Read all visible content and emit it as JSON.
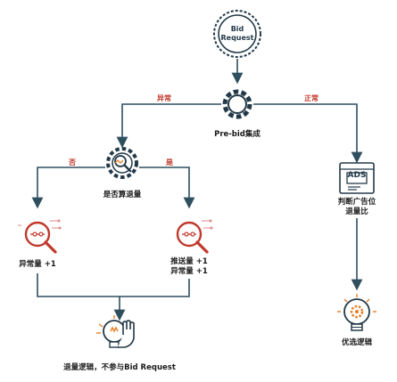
{
  "colors": {
    "line": "#2f4f5f",
    "dark": "#233949",
    "red": "#c0392b",
    "orange": "#e67e22"
  },
  "nodes": {
    "bid_request": "Bid\nRequest",
    "prebid": "Pre-bid集成",
    "is_compute": "是否算退量",
    "abnormal_plus": "异常量 +1",
    "push_abnormal_plus": "推送量 +1\n异常量 +1",
    "judge_ratio": "判断广告位\n退量比",
    "fallback_logic": "退量逻辑，不参与Bid Request",
    "optimal_logic": "优选逻辑",
    "ads_text": "ADS"
  },
  "edges": {
    "abnormal": "异常",
    "normal": "正常",
    "no": "否",
    "yes": "是"
  }
}
